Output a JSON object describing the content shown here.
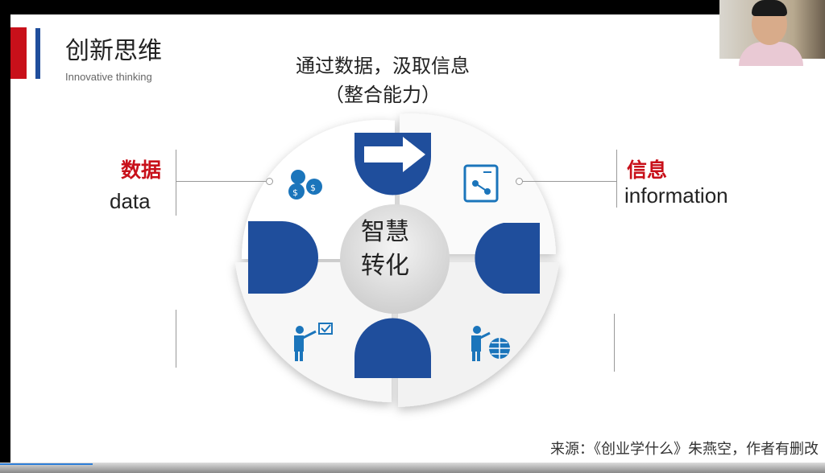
{
  "slide": {
    "title": "创新思维",
    "subtitle": "Innovative thinking",
    "top_caption_line1": "通过数据，汲取信息",
    "top_caption_line2": "（整合能力）",
    "left_label_cn": "数据",
    "left_label_en": "data",
    "right_label_cn": "信息",
    "right_label_en": "information",
    "center_line1": "智慧",
    "center_line2": "转化",
    "source": "来源：《创业学什么》朱燕空，作者有删改"
  },
  "colors": {
    "accent_red": "#c8101a",
    "accent_blue": "#1f4e9c",
    "icon_blue": "#1b75bb"
  },
  "icons": [
    "arrow-right-icon",
    "coins-icon",
    "flowchart-document-icon",
    "presenter-checklist-icon",
    "presenter-globe-icon"
  ]
}
